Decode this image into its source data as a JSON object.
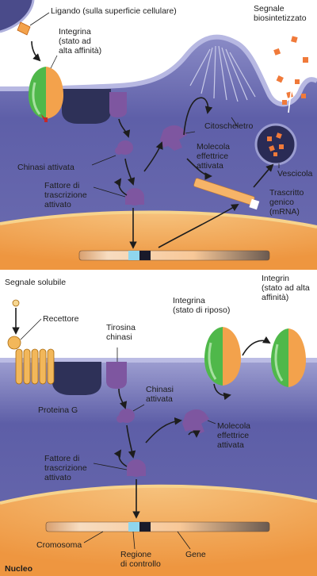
{
  "top_panel": {
    "ligand": "Ligando (sulla superficie cellulare)",
    "integrin_l1": "Integrina",
    "integrin_l2": "(stato ad",
    "integrin_l3": "alta affinità)",
    "signal_l1": "Segnale",
    "signal_l2": "biosintetizzato",
    "cytoskeleton": "Citoscheletro",
    "kinase": "Chinasi attivata",
    "effector_l1": "Molecola",
    "effector_l2": "effettrice",
    "effector_l3": "attivata",
    "vesicle": "Vescicola",
    "tf_l1": "Fattore di",
    "tf_l2": "trascrizione",
    "tf_l3": "attivato",
    "mrna_l1": "Trascritto",
    "mrna_l2": "genico",
    "mrna_l3": "(mRNA)"
  },
  "bottom_panel": {
    "soluble_signal": "Segnale solubile",
    "receptor": "Recettore",
    "tyrosine_l1": "Tirosina",
    "tyrosine_l2": "chinasi",
    "integrin_rest_l1": "Integrina",
    "integrin_rest_l2": "(stato di riposo)",
    "integrin_high_l1": "Integrin",
    "integrin_high_l2": "(stato ad alta",
    "integrin_high_l3": "affinità)",
    "kinase_l1": "Chinasi",
    "kinase_l2": "attivata",
    "effector_l1": "Molecola",
    "effector_l2": "effettrice",
    "effector_l3": "attivata",
    "g_protein": "Proteina G",
    "tf_l1": "Fattore di",
    "tf_l2": "trascrizione",
    "tf_l3": "attivato",
    "chromosome": "Cromosoma",
    "control_l1": "Regione",
    "control_l2": "di controllo",
    "gene": "Gene",
    "nucleus": "Nucleo"
  },
  "colors": {
    "cytoplasm": "#5a5ba6",
    "membrane": "#8d8ec4",
    "nucleus": "#f0a04a",
    "kinase": "#7e56a0",
    "integrin_green": "#4fb84a",
    "integrin_orange": "#f3a24c",
    "gprotein": "#2e3158",
    "receptor": "#f2b75a"
  }
}
